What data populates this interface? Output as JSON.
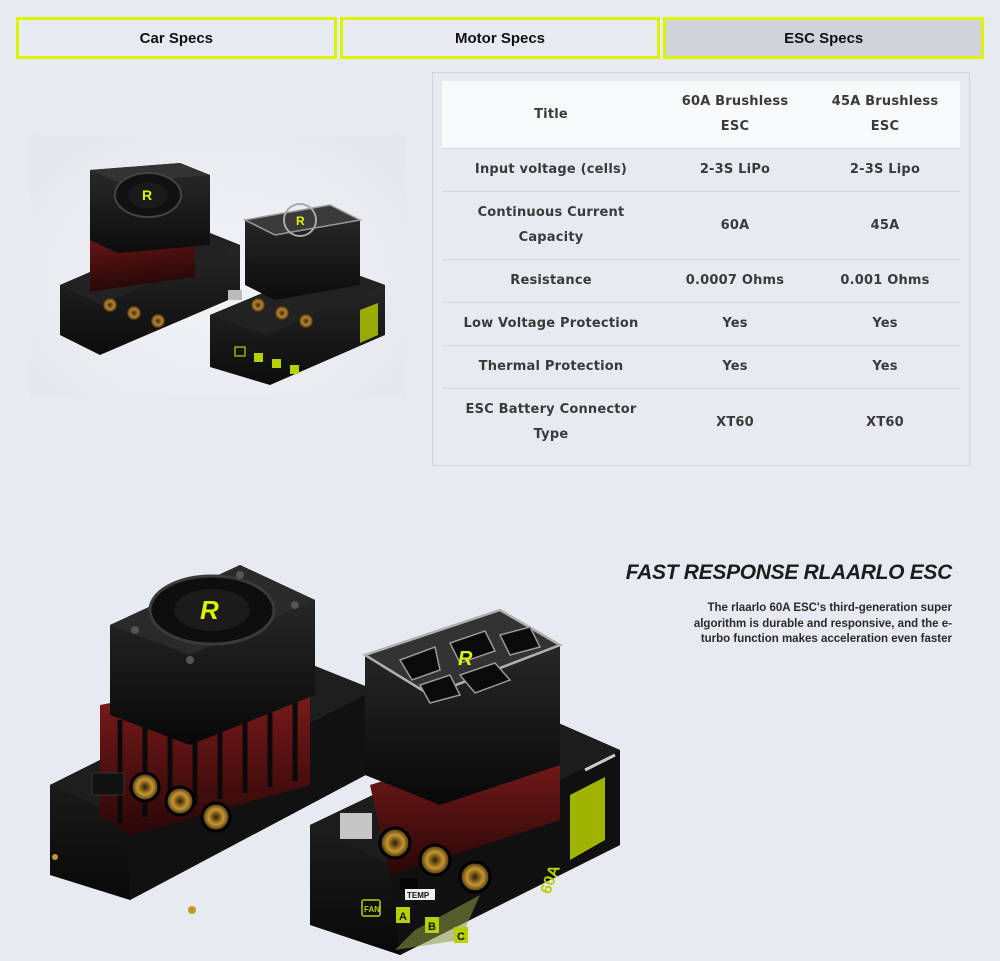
{
  "tabs": [
    {
      "label": "Car Specs",
      "active": false
    },
    {
      "label": "Motor Specs",
      "active": false
    },
    {
      "label": "ESC Specs",
      "active": true
    }
  ],
  "spec_table": {
    "headers": [
      "Title",
      "60A Brushless ESC",
      "45A Brushless ESC"
    ],
    "rows": [
      {
        "label": "Input voltage (cells)",
        "v60": "2-3S LiPo",
        "v45": "2-3S Lipo"
      },
      {
        "label": "Continuous Current Capacity",
        "v60": "60A",
        "v45": "45A"
      },
      {
        "label": "Resistance",
        "v60": "0.0007 Ohms",
        "v45": "0.001 Ohms"
      },
      {
        "label": "Low Voltage Protection",
        "v60": "Yes",
        "v45": "Yes"
      },
      {
        "label": "Thermal Protection",
        "v60": "Yes",
        "v45": "Yes"
      },
      {
        "label": "ESC Battery Connector Type",
        "v60": "XT60",
        "v45": "XT60"
      }
    ]
  },
  "feature": {
    "headline": "FAST RESPONSE RLAARLO ESC",
    "description": "The rlaarlo 60A ESC's third-generation super algorithm is durable and responsive, and the e-turbo function makes acceleration even faster"
  },
  "product_image": {
    "brand_mark": "RLAARLO",
    "panel_labels": {
      "fan": "FAN",
      "temp": "TEMP",
      "a": "A",
      "b": "B",
      "c": "C"
    },
    "side_label": "60A"
  },
  "colors": {
    "accent": "#dcf400",
    "background": "#e8eaf1",
    "active_tab": "#d0d3da",
    "table_header": "#f8f9fb",
    "text": "#3a3a3a"
  }
}
